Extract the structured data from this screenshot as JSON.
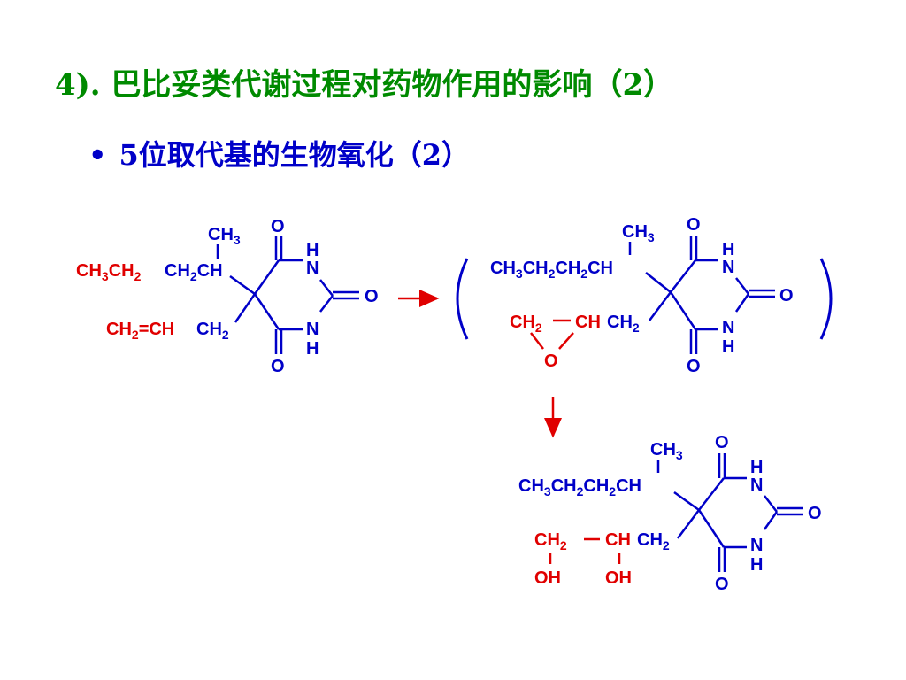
{
  "title": {
    "number": "4).",
    "text": "巴比妥类代谢过程对药物作用的影响",
    "paren_open": "（",
    "paren_num": "2",
    "paren_close": "）"
  },
  "bullet": {
    "marker": "•",
    "number": "5",
    "text": "位取代基的生物氧化",
    "paren_open": "（",
    "paren_num": "2",
    "paren_close": "）"
  },
  "colors": {
    "title": "#008a00",
    "bullet": "#0000c8",
    "molecule": "#0000c8",
    "reactive": "#e00000",
    "arrow": "#e00000"
  },
  "molecules": {
    "parent": {
      "atom_O": "O",
      "atom_H": "H",
      "atom_N": "N",
      "ch_label": "CH",
      "sub_3": "3",
      "sub_2": "2",
      "eq": "=",
      "propyl_chain_red": "CH3CH2",
      "propyl_chain_blue": "CH2CH",
      "allyl_red": "CH2=CH",
      "allyl_blue": "CH2"
    },
    "epoxide": {
      "bracket_open": "(",
      "bracket_close": ")",
      "ring_O": "O",
      "epox_left": "CH2",
      "epox_right": "CH",
      "epox_tail": "CH2",
      "chain": "CH3CH2CH2CH"
    },
    "diol": {
      "chain": "CH3CH2CH2CH",
      "left": "CH2",
      "right": "CH",
      "tail": "CH2",
      "oh": "OH"
    }
  }
}
